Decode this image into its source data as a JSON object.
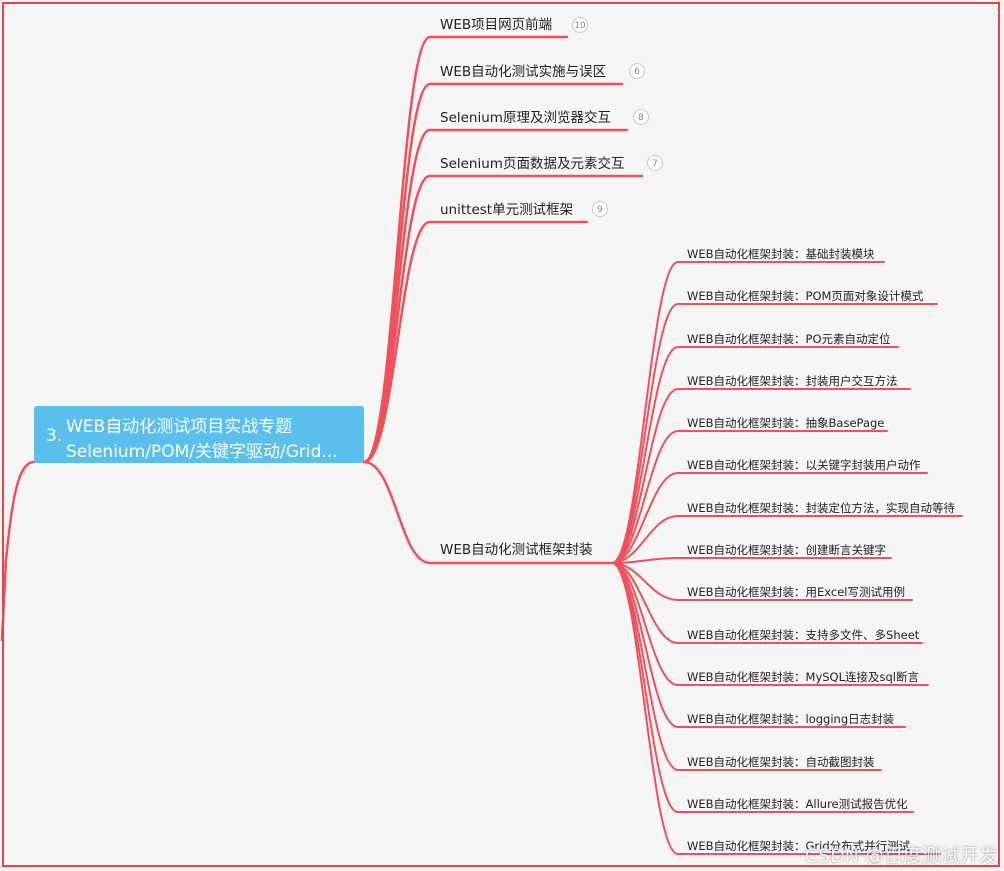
{
  "central": {
    "number": "3.",
    "line1": "WEB自动化测试项目实战专题",
    "line2": "Selenium/POM/关键字驱动/Grid..."
  },
  "branches": [
    {
      "label": "WEB项目网页前端",
      "count": "10"
    },
    {
      "label": "WEB自动化测试实施与误区",
      "count": "6"
    },
    {
      "label": "Selenium原理及浏览器交互",
      "count": "8"
    },
    {
      "label": "Selenium页面数据及元素交互",
      "count": "7"
    },
    {
      "label": "unittest单元测试框架",
      "count": "9"
    },
    {
      "label": "WEB自动化测试框架封装",
      "count": ""
    }
  ],
  "subtopics": [
    "WEB自动化框架封装：基础封装模块",
    "WEB自动化框架封装：POM页面对象设计模式",
    "WEB自动化框架封装：PO元素自动定位",
    "WEB自动化框架封装：封装用户交互方法",
    "WEB自动化框架封装：抽象BasePage",
    "WEB自动化框架封装：以关键字封装用户动作",
    "WEB自动化框架封装：封装定位方法，实现自动等待",
    "WEB自动化框架封装：创建断言关键字",
    "WEB自动化框架封装：用Excel写测试用例",
    "WEB自动化框架封装：支持多文件、多Sheet",
    "WEB自动化框架封装：MySQL连接及sql断言",
    "WEB自动化框架封装：logging日志封装",
    "WEB自动化框架封装：自动截图封装",
    "WEB自动化框架封装：Allure测试报告优化",
    "WEB自动化框架封装：Grid分布式并行测试"
  ],
  "watermark": "CSDN @百度测试开发",
  "colors": {
    "line": "#f0505a",
    "central": "#5bbfee",
    "frame": "#e8424b"
  }
}
